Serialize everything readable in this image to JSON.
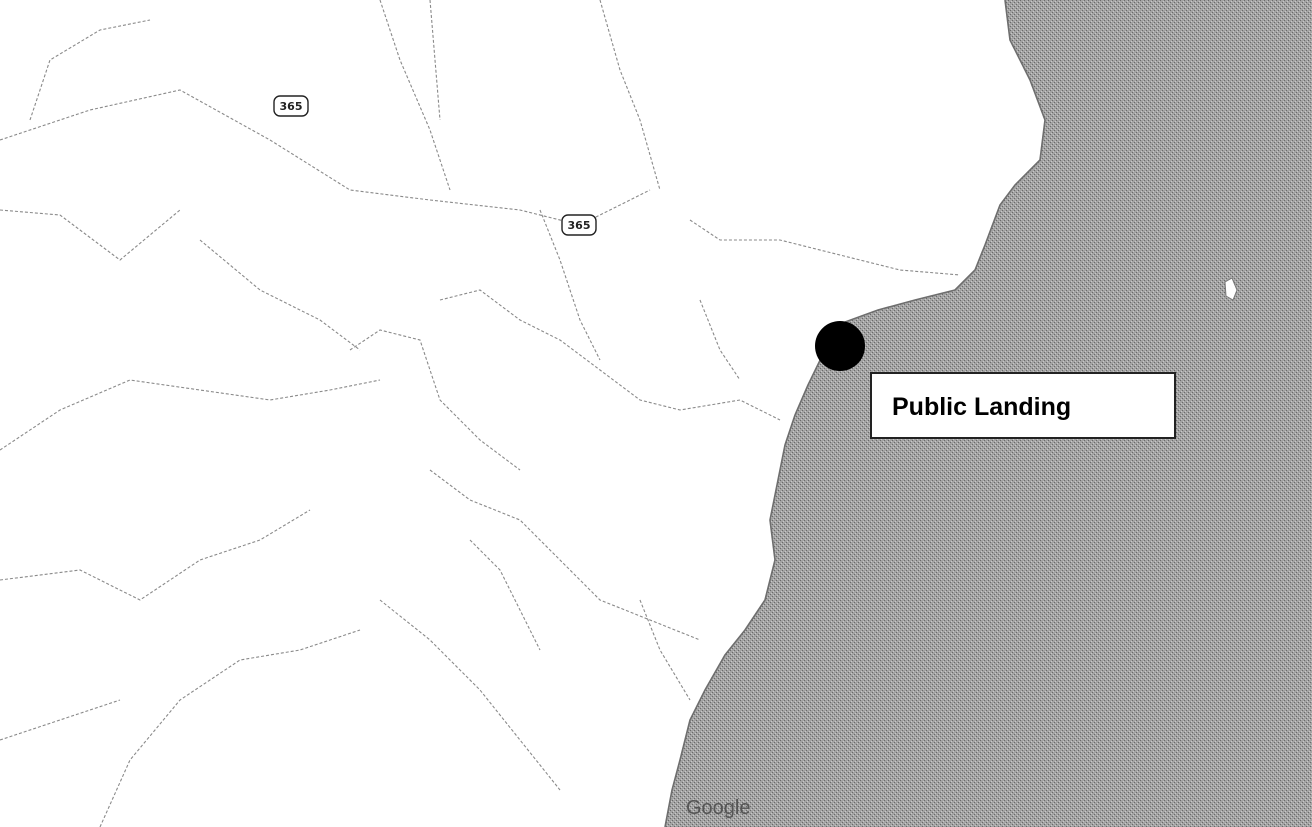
{
  "map": {
    "attribution": "Google",
    "water_color": "#9a9a9a",
    "land_color": "#ffffff",
    "route_shields": [
      {
        "label": "365"
      },
      {
        "label": "365"
      }
    ],
    "marker": {
      "label": "Public Landing",
      "color": "#000000"
    }
  }
}
